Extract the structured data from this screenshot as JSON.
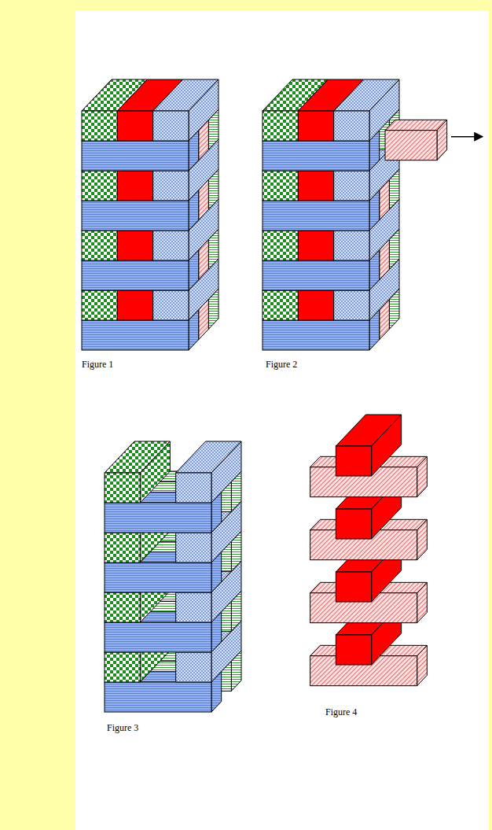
{
  "diagram": {
    "labels": [
      "Figure 1",
      "Figure 2",
      "Figure 3",
      "Figure 4"
    ]
  }
}
